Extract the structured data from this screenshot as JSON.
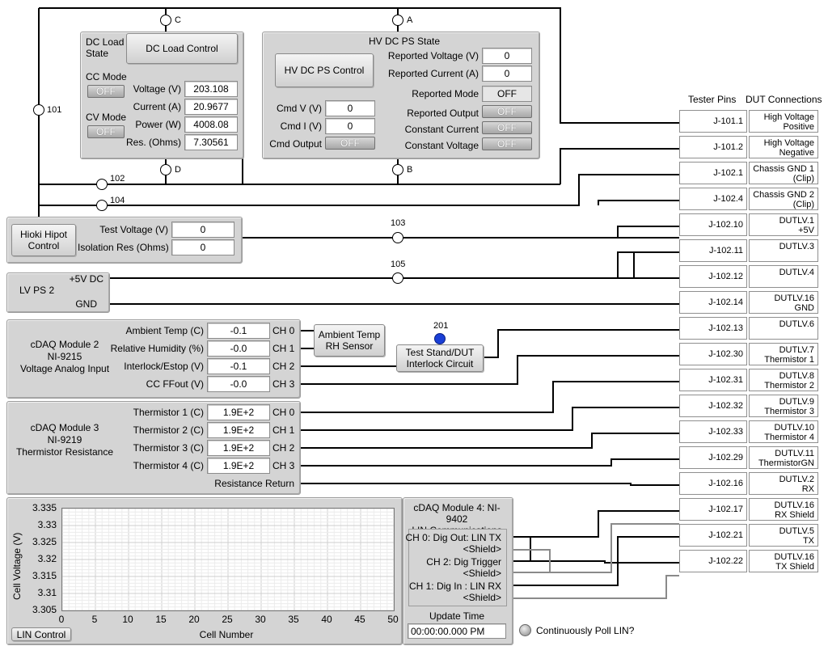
{
  "nodes": {
    "c": "C",
    "a": "A",
    "d": "D",
    "b": "B",
    "n101": "101",
    "n102": "102",
    "n104": "104",
    "n103": "103",
    "n105": "105",
    "n201": "201"
  },
  "dc_load": {
    "state_label": "DC Load State",
    "control_button": "DC Load Control",
    "cc_mode_label": "CC Mode",
    "cc_mode_value": "OFF",
    "cv_mode_label": "CV Mode",
    "cv_mode_value": "OFF",
    "voltage_label": "Voltage (V)",
    "voltage": "203.108",
    "current_label": "Current (A)",
    "current": "20.9677",
    "power_label": "Power (W)",
    "power": "4008.08",
    "res_label": "Res. (Ohms)",
    "res": "7.30561"
  },
  "hv_ps": {
    "title": "HV DC PS State",
    "control_button": "HV DC PS Control",
    "reported_voltage_label": "Reported Voltage (V)",
    "reported_voltage": "0",
    "reported_current_label": "Reported Current (A)",
    "reported_current": "0",
    "reported_mode_label": "Reported Mode",
    "reported_mode": "OFF",
    "reported_output_label": "Reported Output",
    "reported_output": "OFF",
    "constant_current_label": "Constant Current",
    "constant_current": "OFF",
    "constant_voltage_label": "Constant Voltage",
    "constant_voltage": "OFF",
    "cmd_v_label": "Cmd V (V)",
    "cmd_v": "0",
    "cmd_i_label": "Cmd I (V)",
    "cmd_i": "0",
    "cmd_output_label": "Cmd Output",
    "cmd_output": "OFF"
  },
  "hioki": {
    "control_button": "Hioki Hipot Control",
    "test_voltage_label": "Test Voltage (V)",
    "test_voltage": "0",
    "iso_res_label": "Isolation Res (Ohms)",
    "iso_res": "0"
  },
  "lv_ps": {
    "name": "LV PS 2",
    "plus5_label": "+5V DC",
    "gnd_label": "GND"
  },
  "cdaq2": {
    "title": "cDAQ Module 2\nNI-9215\nVoltage Analog Input",
    "rows": [
      {
        "label": "Ambient Temp (C)",
        "value": "-0.1",
        "ch": "CH 0"
      },
      {
        "label": "Relative Humidity (%)",
        "value": "-0.0",
        "ch": "CH 1"
      },
      {
        "label": "Interlock/Estop (V)",
        "value": "-0.1",
        "ch": "CH 2"
      },
      {
        "label": "CC FFout (V)",
        "value": "-0.0",
        "ch": "CH 3"
      }
    ],
    "sensor_button": "Ambient Temp\nRH Sensor",
    "interlock_button": "Test Stand/DUT\nInterlock Circuit"
  },
  "cdaq3": {
    "title": "cDAQ Module 3\nNI-9219\nThermistor Resistance",
    "rows": [
      {
        "label": "Thermistor 1 (C)",
        "value": "1.9E+2",
        "ch": "CH 0"
      },
      {
        "label": "Thermistor 2 (C)",
        "value": "1.9E+2",
        "ch": "CH 1"
      },
      {
        "label": "Thermistor 3 (C)",
        "value": "1.9E+2",
        "ch": "CH 2"
      },
      {
        "label": "Thermistor 4 (C)",
        "value": "1.9E+2",
        "ch": "CH 3"
      }
    ],
    "resistance_return": "Resistance Return"
  },
  "cdaq4": {
    "title": "cDAQ Module 4: NI-9402\nLIN Communications",
    "ch0": "CH 0: Dig Out: LIN TX\n<Shield>",
    "ch2": "CH 2: Dig Trigger\n<Shield>",
    "ch1": "CH 1: Dig In : LIN RX\n<Shield>",
    "update_time_label": "Update Time",
    "update_time": "00:00:00.000 PM"
  },
  "lin": {
    "control_button": "LIN Control",
    "poll_label": "Continuously Poll LIN?"
  },
  "chart_data": {
    "type": "line",
    "xlabel": "Cell Number",
    "ylabel": "Cell Voltage (V)",
    "xlim": [
      0,
      50
    ],
    "ylim": [
      3.305,
      3.335
    ],
    "xticks": [
      "0",
      "5",
      "10",
      "15",
      "20",
      "25",
      "30",
      "35",
      "40",
      "45",
      "50"
    ],
    "yticks": [
      "3.335",
      "3.33",
      "3.325",
      "3.32",
      "3.315",
      "3.31",
      "3.305"
    ],
    "grid": true,
    "series": []
  },
  "pins": {
    "tester_header": "Tester Pins",
    "dut_header": "DUT Connections",
    "rows": [
      {
        "pin": "J-101.1",
        "dut": "High Voltage\nPositive"
      },
      {
        "pin": "J-101.2",
        "dut": "High Voltage\nNegative"
      },
      {
        "pin": "J-102.1",
        "dut": "Chassis GND 1\n(Clip)"
      },
      {
        "pin": "J-102.4",
        "dut": "Chassis GND 2\n(Clip)"
      },
      {
        "pin": "J-102.10",
        "dut": "DUTLV.1\n+5V"
      },
      {
        "pin": "J-102.11",
        "dut": "DUTLV.3"
      },
      {
        "pin": "J-102.12",
        "dut": "DUTLV.4"
      },
      {
        "pin": "J-102.14",
        "dut": "DUTLV.16\nGND"
      },
      {
        "pin": "J-102.13",
        "dut": "DUTLV.6"
      },
      {
        "pin": "J-102.30",
        "dut": "DUTLV.7\nThermistor 1"
      },
      {
        "pin": "J-102.31",
        "dut": "DUTLV.8\nThermistor 2"
      },
      {
        "pin": "J-102.32",
        "dut": "DUTLV.9\nThermistor 3"
      },
      {
        "pin": "J-102.33",
        "dut": "DUTLV.10\nThermistor 4"
      },
      {
        "pin": "J-102.29",
        "dut": "DUTLV.11\nThermistorGN"
      },
      {
        "pin": "J-102.16",
        "dut": "DUTLV.2\nRX"
      },
      {
        "pin": "J-102.17",
        "dut": "DUTLV.16\nRX Shield"
      },
      {
        "pin": "J-102.21",
        "dut": "DUTLV.5\nTX"
      },
      {
        "pin": "J-102.22",
        "dut": "DUTLV.16\nTX Shield"
      }
    ]
  }
}
